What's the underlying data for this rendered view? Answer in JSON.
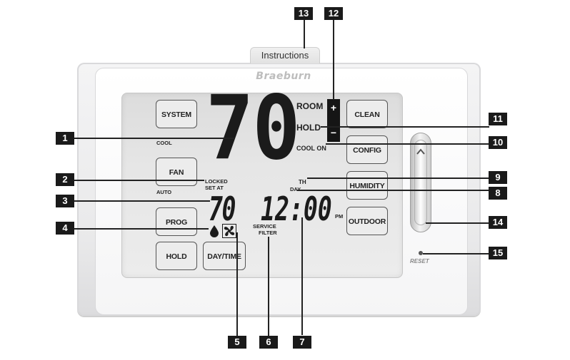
{
  "tab_label": "Instructions",
  "brand": "Braeburn",
  "buttons": {
    "system": "SYSTEM",
    "fan": "FAN",
    "prog": "PROG",
    "hold": "HOLD",
    "day_time": "DAY/TIME",
    "clean": "CLEAN",
    "config": "CONFIG",
    "humidity": "HUMIDITY",
    "outdoor": "OUTDOOR"
  },
  "display": {
    "room_temp": "70",
    "room": "ROOM",
    "hold": "HOLD",
    "cool_on": "COOL ON",
    "cool": "COOL",
    "auto": "AUTO",
    "locked": "LOCKED",
    "set_at": "SET AT",
    "set_temp": "70",
    "clock": "12:00",
    "pm": "PM",
    "th": "TH",
    "day": "DAY",
    "service": "SERVICE",
    "filter": "FILTER"
  },
  "plus": "+",
  "minus": "−",
  "reset": "RESET",
  "callouts": [
    "1",
    "2",
    "3",
    "4",
    "5",
    "6",
    "7",
    "8",
    "9",
    "10",
    "11",
    "12",
    "13",
    "14",
    "15"
  ]
}
